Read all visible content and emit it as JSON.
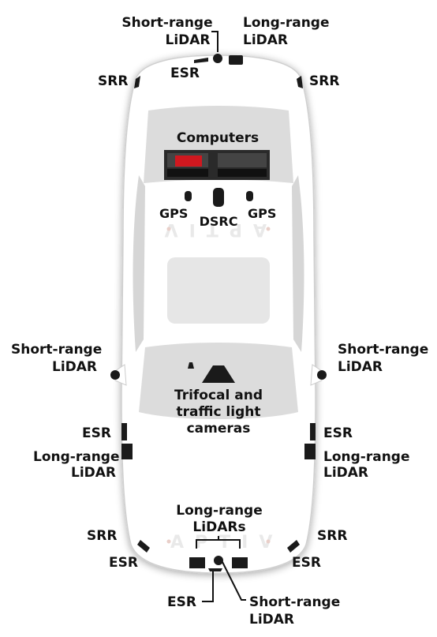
{
  "brand": {
    "top_text": "APTIV",
    "bottom_text": "APTIV"
  },
  "labels": {
    "front_short_range_lidar": [
      "Short-range",
      "LiDAR"
    ],
    "front_long_range_lidar": [
      "Long-range",
      "LiDAR"
    ],
    "front_esr": "ESR",
    "front_left_srr": "SRR",
    "front_right_srr": "SRR",
    "computers": "Computers",
    "gps_left": "GPS",
    "dsrc": "DSRC",
    "gps_right": "GPS",
    "left_short_range_lidar": [
      "Short-range",
      "LiDAR"
    ],
    "right_short_range_lidar": [
      "Short-range",
      "LiDAR"
    ],
    "cameras": [
      "Trifocal and",
      "traffic light",
      "cameras"
    ],
    "left_esr": "ESR",
    "right_esr": "ESR",
    "left_long_range_lidar": [
      "Long-range",
      "LiDAR"
    ],
    "right_long_range_lidar": [
      "Long-range",
      "LiDAR"
    ],
    "rear_long_range_lidars": [
      "Long-range",
      "LiDARs"
    ],
    "rear_left_srr": "SRR",
    "rear_right_srr": "SRR",
    "rear_left_esr": "ESR",
    "rear_right_esr": "ESR",
    "rear_center_esr": "ESR",
    "rear_short_range_lidar": [
      "Short-range",
      "LiDAR"
    ]
  },
  "colors": {
    "car_body": "#ffffff",
    "glass": "#dedede",
    "sensor": "#1a1a1a",
    "computer_red": "#d0181f",
    "label": "#111111"
  }
}
